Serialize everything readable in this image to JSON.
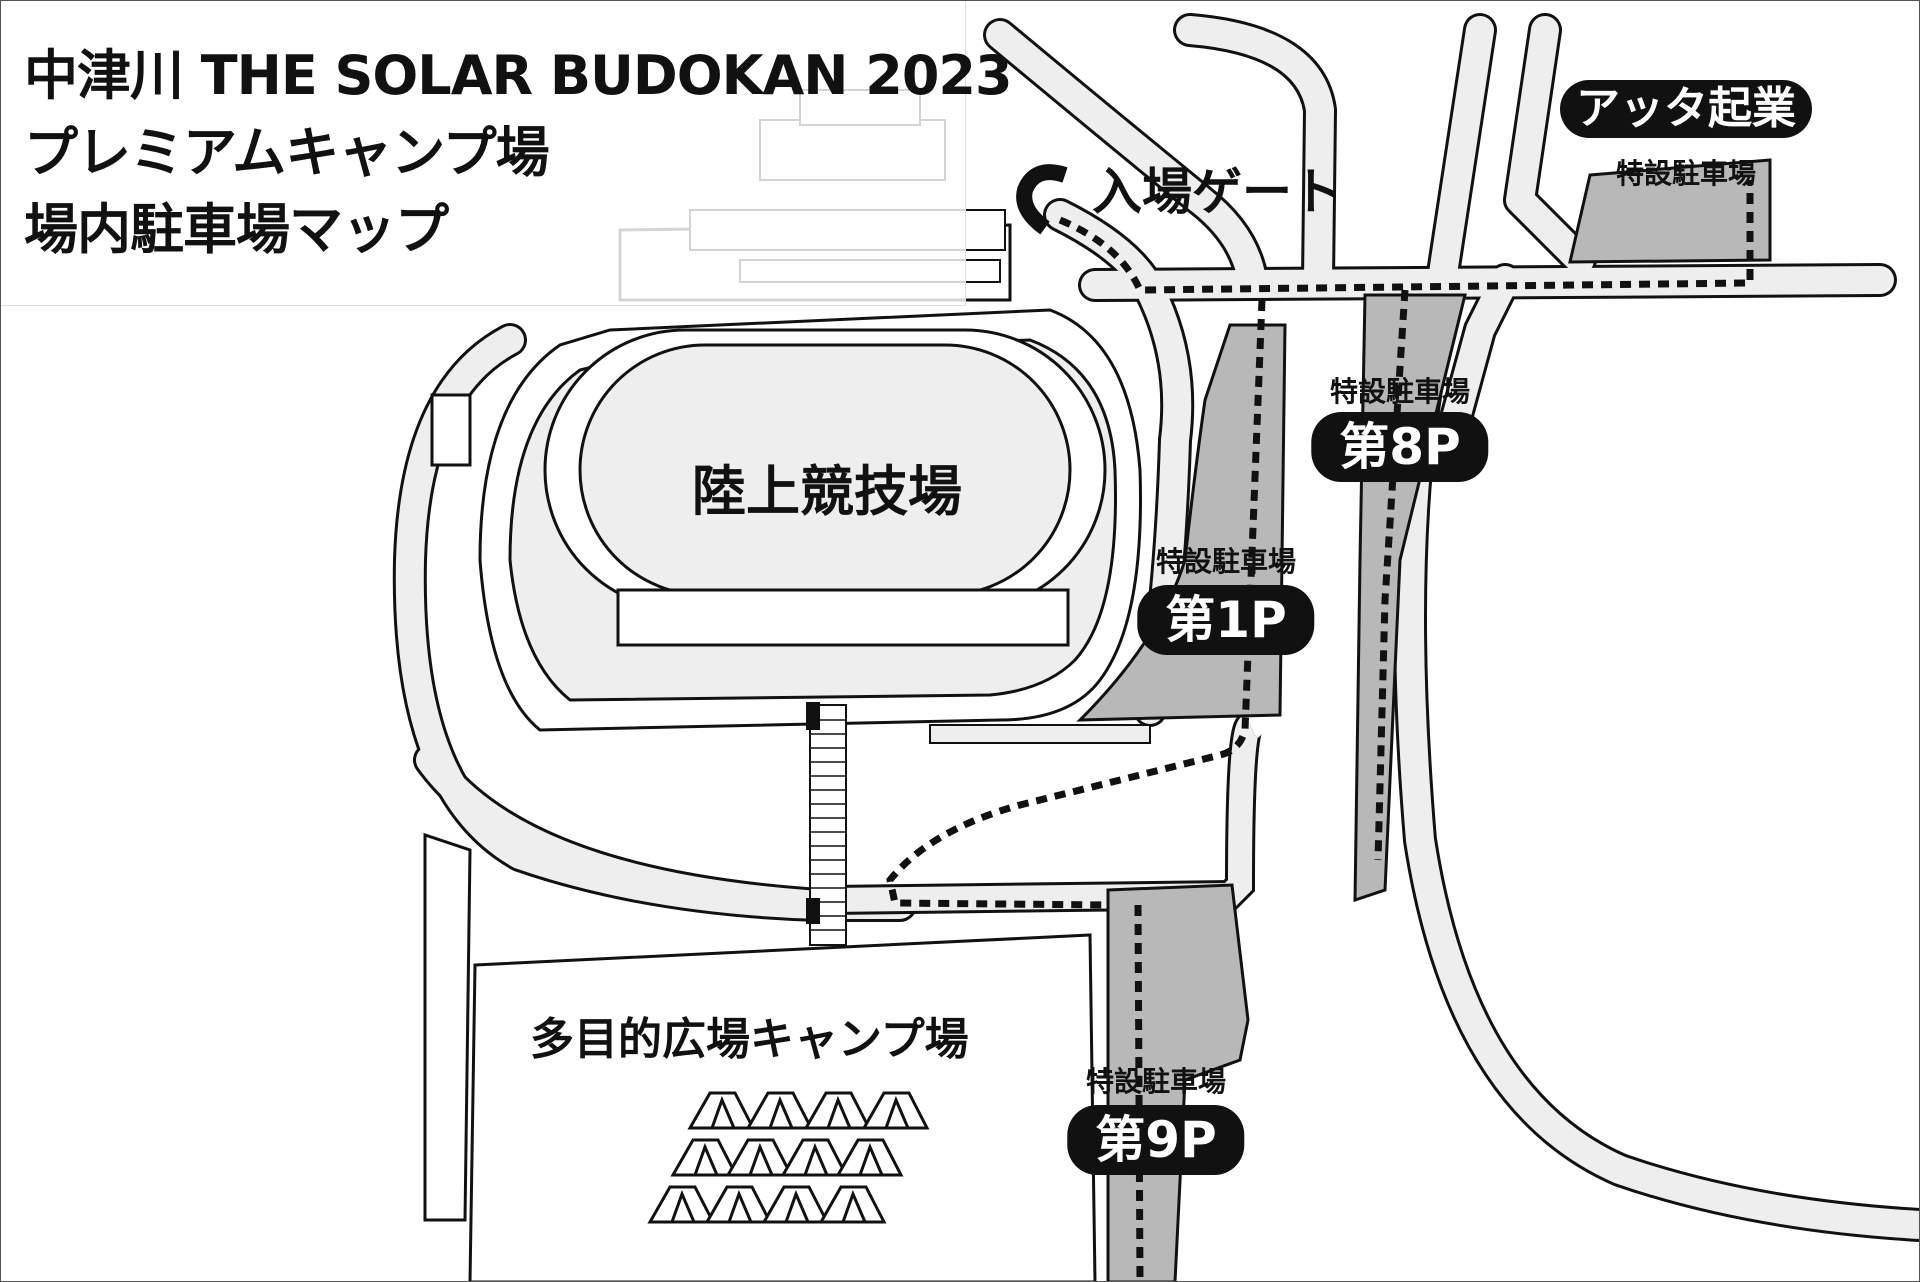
{
  "title": {
    "line1": "中津川 THE SOLAR BUDOKAN 2023",
    "line2": "プレミアムキャンプ場",
    "line3": "場内駐車場マップ"
  },
  "places": {
    "stadium": "陸上競技場",
    "camp": "多目的広場キャンプ場",
    "gate": "入場ゲート"
  },
  "parking": {
    "sublabel": "特設駐車場",
    "p1": "第1P",
    "p8": "第8P",
    "p9": "第9P",
    "atta": "アッタ起業"
  },
  "colors": {
    "road_fill": "#eeeeee",
    "parking_fill": "#b8b8b8",
    "route": "#111111",
    "label_bg": "#111111",
    "label_text": "#ffffff"
  },
  "icons": {
    "gate": "gate-arc-icon",
    "tent": "tent-icon"
  }
}
